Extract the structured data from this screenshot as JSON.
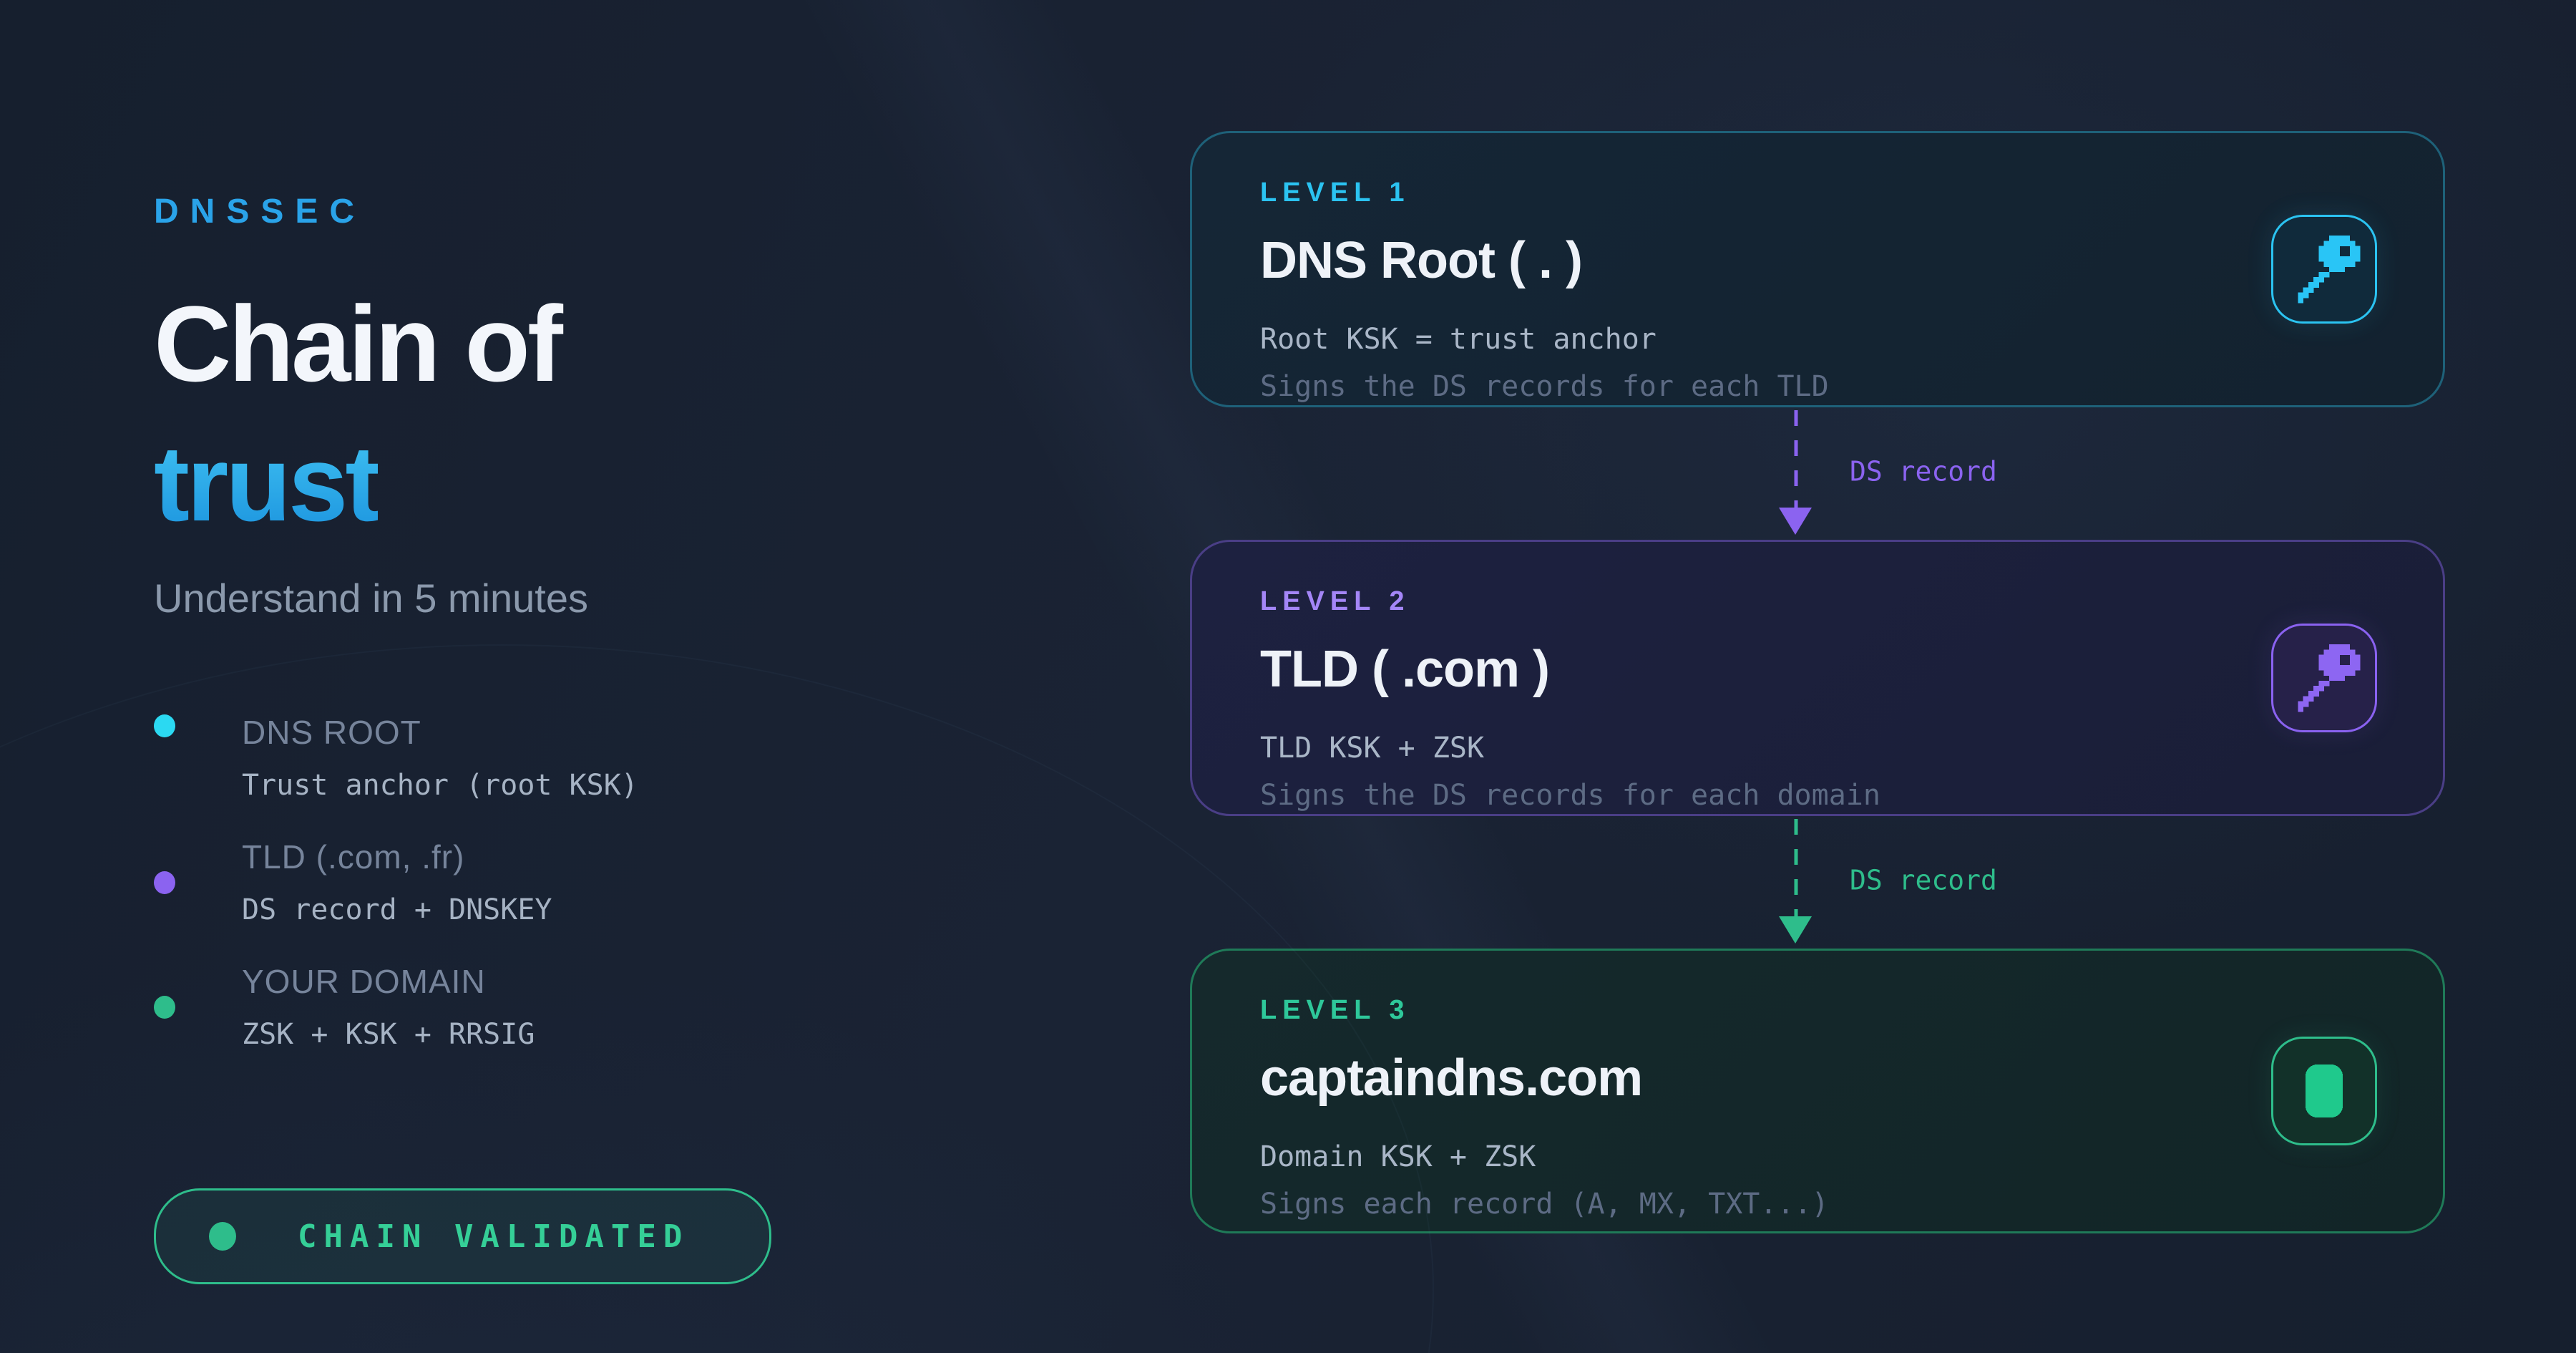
{
  "palette": {
    "background": "#161f2e",
    "brand_blue": "#2aa3e9",
    "accent_cyan": "#29c5f6",
    "accent_purple": "#8b63f0",
    "accent_green": "#2ebd8b"
  },
  "header": {
    "eyebrow": "DNSSEC",
    "title_line1": "Chain of",
    "title_line2": "trust",
    "subtitle": "Understand in 5 minutes"
  },
  "legend": {
    "items": [
      {
        "label": "DNS ROOT",
        "detail": "Trust anchor (root KSK)",
        "dot_color": "#2bd9f2"
      },
      {
        "label": "TLD (.com, .fr)",
        "detail": "DS record + DNSKEY",
        "dot_color": "#8b63f0"
      },
      {
        "label": "YOUR DOMAIN",
        "detail": "ZSK + KSK + RRSIG",
        "dot_color": "#2ebd8b"
      }
    ]
  },
  "status_badge": {
    "label": "CHAIN VALIDATED",
    "color": "#35cf97",
    "dot_color": "#2ebd8b"
  },
  "chain": {
    "cards": [
      {
        "level": "LEVEL 1",
        "level_color": "#2bc3f1",
        "title": "DNS Root ( . )",
        "line1": "Root KSK = trust anchor",
        "line2": "Signs the DS records for each TLD",
        "icon": "pixel-key-icon",
        "icon_color": "#29c5f6"
      },
      {
        "level": "LEVEL 2",
        "level_color": "#a486f7",
        "title": "TLD ( .com )",
        "line1": "TLD KSK + ZSK",
        "line2": "Signs the DS records for each domain",
        "icon": "pixel-key-icon",
        "icon_color": "#8d66f2"
      },
      {
        "level": "LEVEL 3",
        "level_color": "#2ec89a",
        "title": "captaindns.com",
        "line1": "Domain KSK + ZSK",
        "line2": "Signs each record (A, MX, TXT...)",
        "icon": "pixel-rounded-square-icon",
        "icon_color": "#1fc98c"
      }
    ],
    "connectors": [
      {
        "label": "DS record",
        "color": "#8b63f0"
      },
      {
        "label": "DS record",
        "color": "#2ebd8b"
      }
    ]
  }
}
